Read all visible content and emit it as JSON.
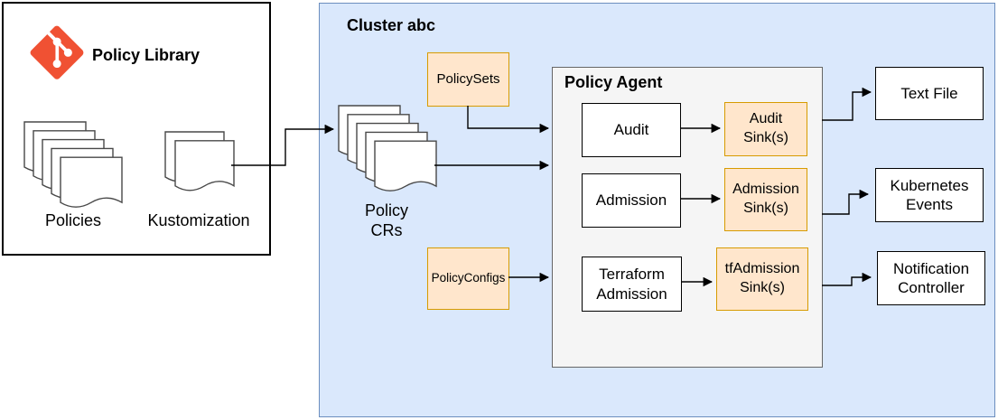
{
  "colors": {
    "cluster_fill": "#dae8fc",
    "cluster_border": "#6c8ebf",
    "orange_node_fill": "#ffe6cc",
    "orange_node_border": "#d79b00",
    "agent_fill": "#f5f5f5",
    "agent_border": "#666666",
    "white_node_fill": "#ffffff",
    "white_node_border": "#000000",
    "git_brand": "#f05133"
  },
  "policy_library": {
    "title": "Policy Library",
    "git_icon": "git-logo",
    "policies_label": "Policies",
    "kustomization_label": "Kustomization"
  },
  "cluster": {
    "title": "Cluster abc",
    "policy_crs": [
      "Policy",
      "CRs"
    ],
    "policy_sets": "PolicySets",
    "policy_configs": "PolicyConfigs",
    "agent": {
      "title": "Policy Agent",
      "audit": "Audit",
      "admission": "Admission",
      "terraform_admission": [
        "Terraform",
        "Admission"
      ],
      "audit_sink": [
        "Audit",
        "Sink(s)"
      ],
      "admission_sink": [
        "Admission",
        "Sink(s)"
      ],
      "tf_admission_sink": [
        "tfAdmission",
        "Sink(s)"
      ]
    },
    "outputs": {
      "text_file": "Text File",
      "kubernetes_events": [
        "Kubernetes",
        "Events"
      ],
      "notification_controller": [
        "Notification",
        "Controller"
      ]
    }
  }
}
